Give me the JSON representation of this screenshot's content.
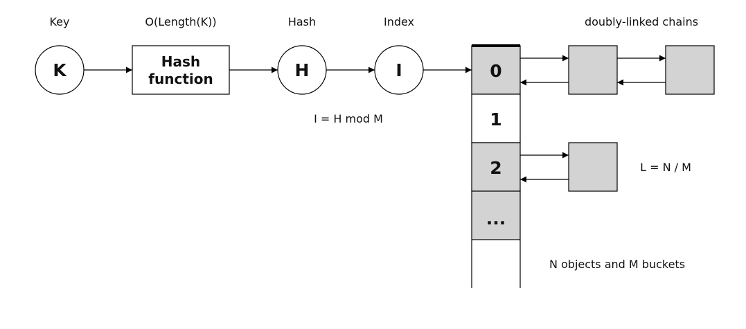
{
  "labels": {
    "key": "Key",
    "complexity": "O(Length(K))",
    "hash": "Hash",
    "index": "Index",
    "chains": "doubly-linked chains",
    "formula_index": "I = H mod M",
    "load_factor": "L = N / M",
    "summary": "N objects and M buckets"
  },
  "nodes": {
    "key": "K",
    "hash_fn_line1": "Hash",
    "hash_fn_line2": "function",
    "hash": "H",
    "index": "I"
  },
  "buckets": [
    "0",
    "1",
    "2",
    "...",
    ""
  ],
  "colors": {
    "stroke": "#000000",
    "filled": "#d3d3d3",
    "empty": "#ffffff",
    "text": "#111111"
  }
}
